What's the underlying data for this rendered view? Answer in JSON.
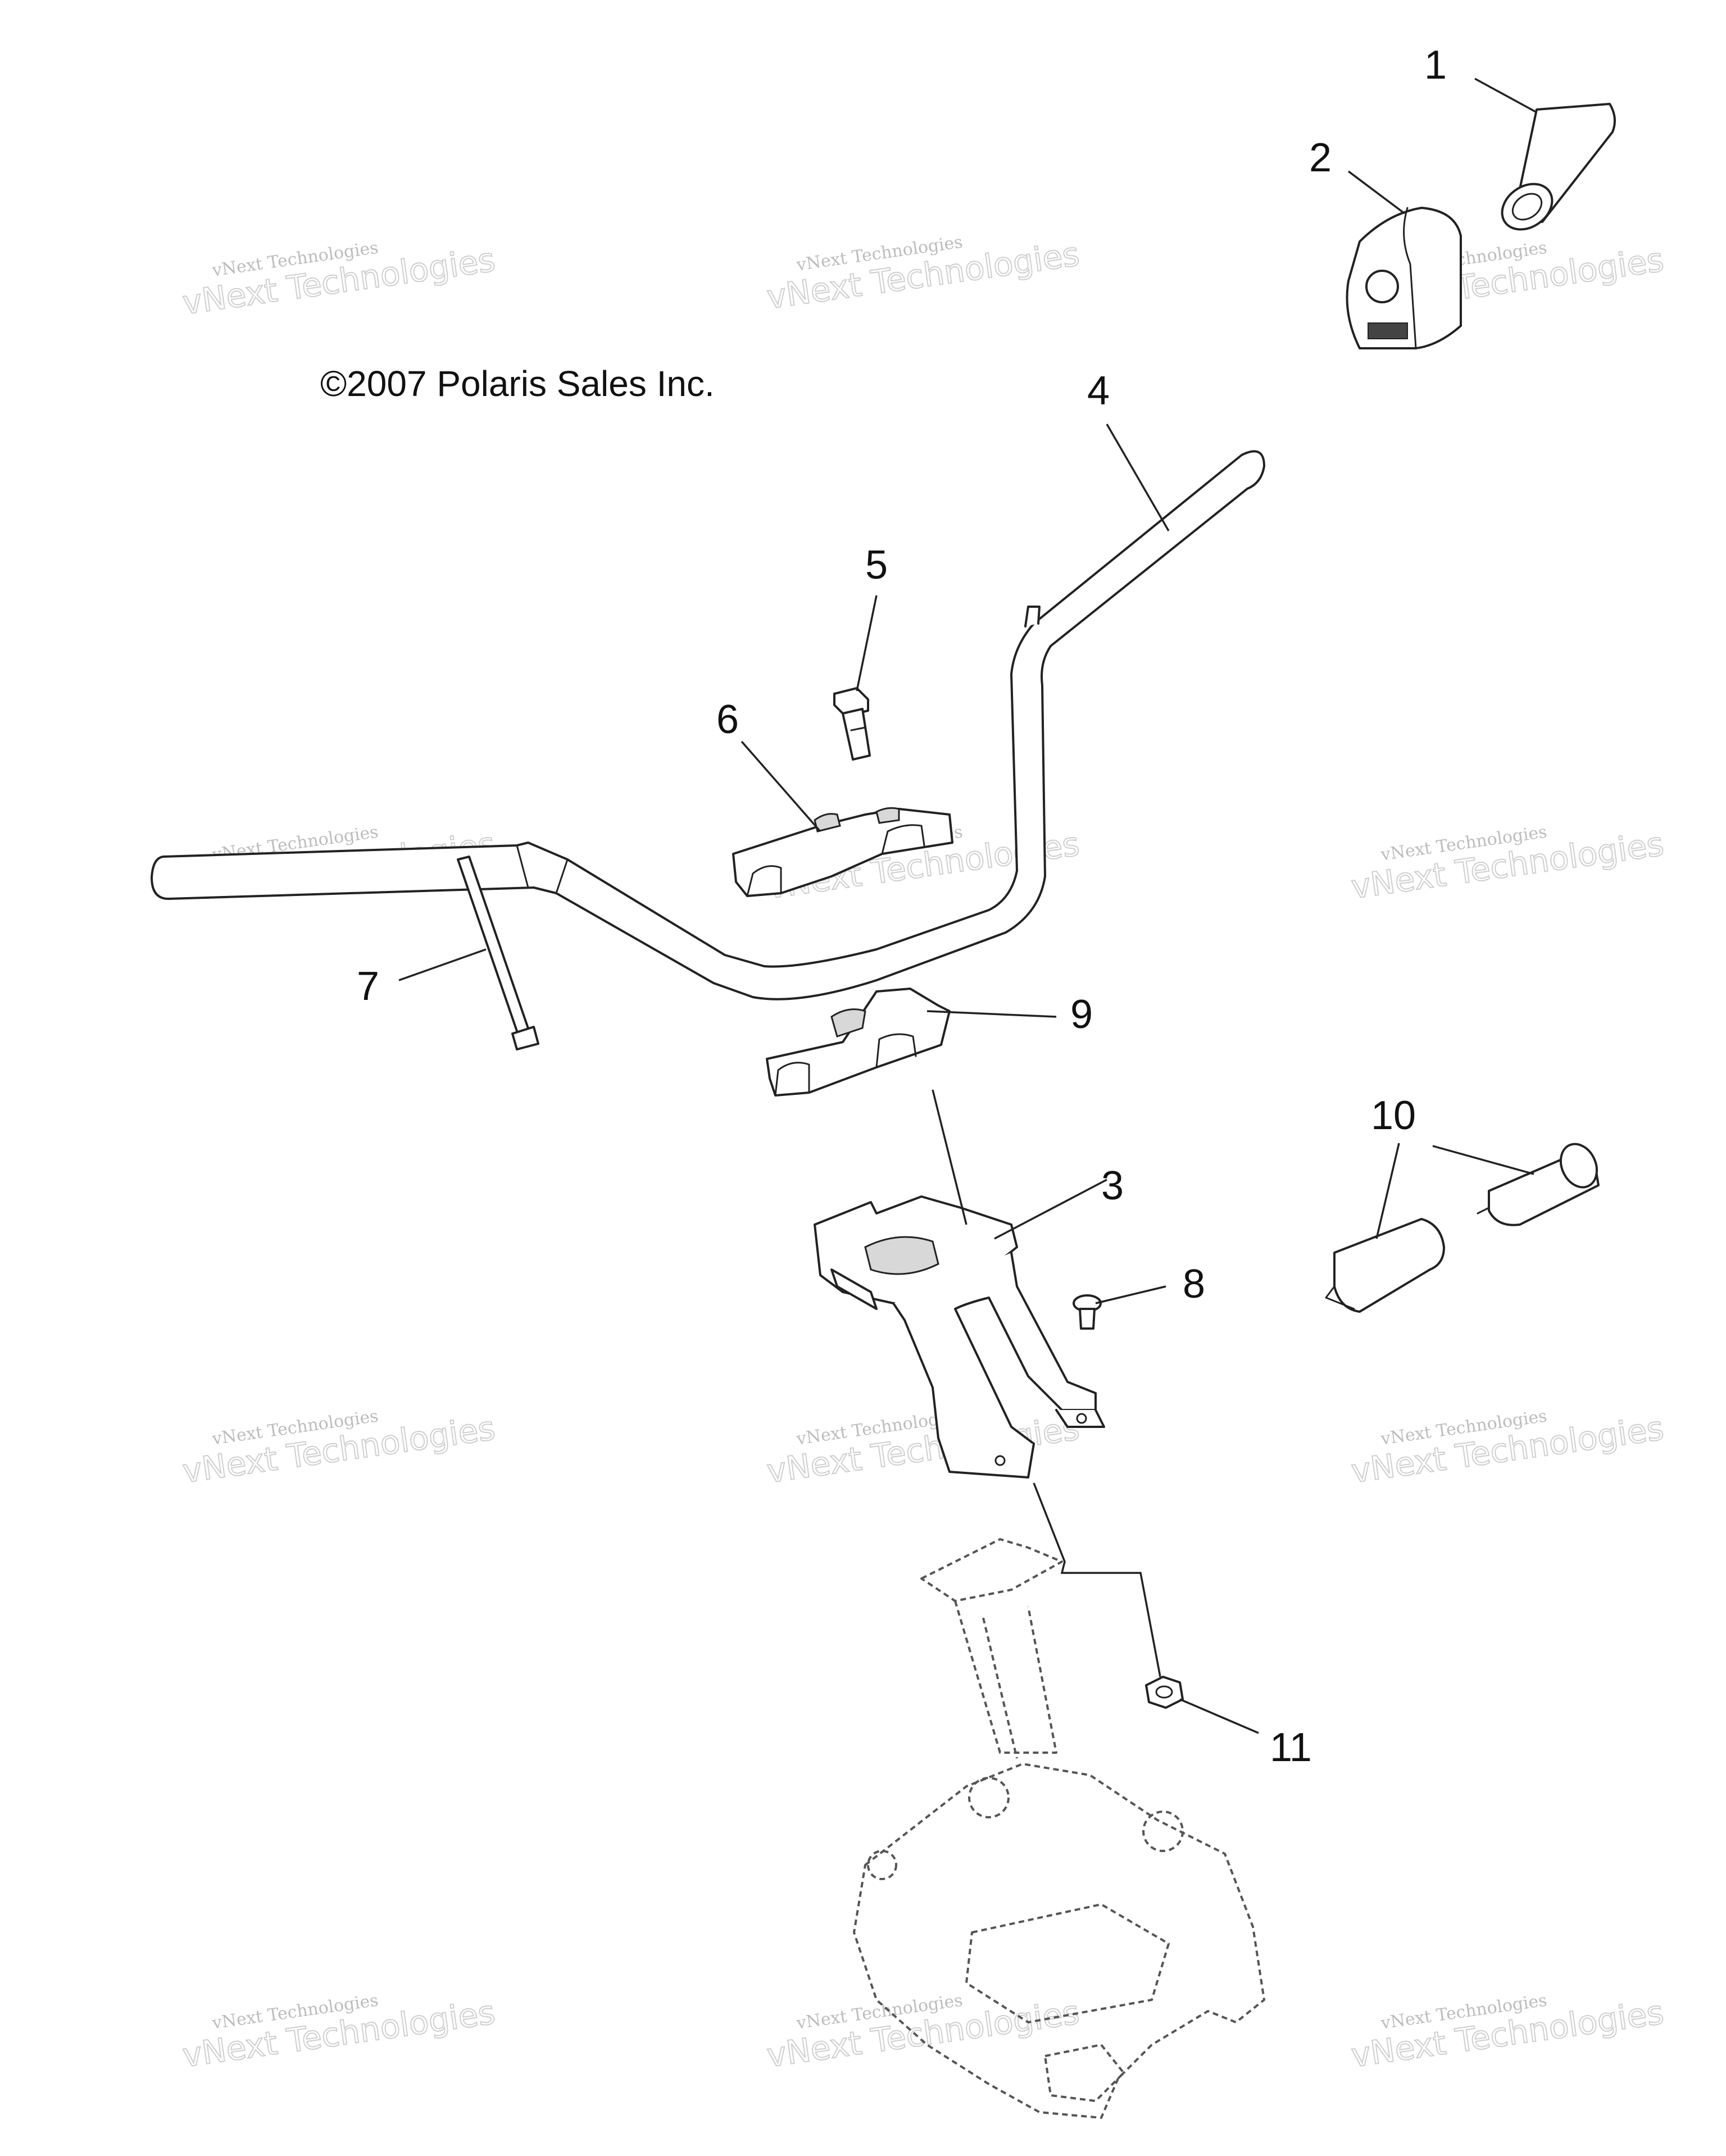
{
  "copyright": "©2007 Polaris Sales Inc.",
  "watermark": {
    "line1": "vNext Technologies",
    "line2": "vNext Technologies"
  },
  "callouts": {
    "c1": "1",
    "c2": "2",
    "c3": "3",
    "c4": "4",
    "c5": "5",
    "c6": "6",
    "c7": "7",
    "c8": "8",
    "c9": "9",
    "c10": "10",
    "c11": "11"
  },
  "colors": {
    "line": "#222222",
    "watermark": "#bdbdbd",
    "background": "#ffffff"
  }
}
